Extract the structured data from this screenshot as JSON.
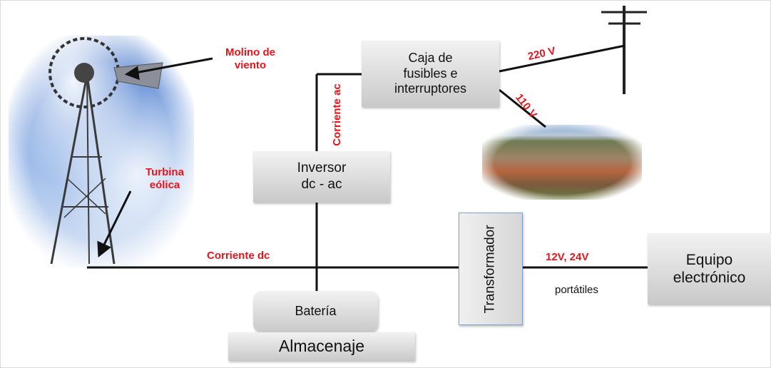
{
  "labels": {
    "molino": "Molino de\nviento",
    "turbina": "Turbina\neólica",
    "corriente_dc": "Corriente dc",
    "corriente_ac": "Corriente ac",
    "v220": "220 V",
    "v110": "110 V",
    "v12_24": "12V, 24V",
    "portatiles": "portátiles"
  },
  "boxes": {
    "caja": "Caja de\nfusibles e\ninterruptores",
    "inversor": "Inversor\ndc - ac",
    "bateria": "Batería",
    "almacenaje": "Almacenaje",
    "transformador": "Transformador",
    "equipo": "Equipo\nelectrónico"
  },
  "colors": {
    "label_red": "#e8141b",
    "box_gray": "#c9c9c9",
    "wire": "#111111"
  }
}
